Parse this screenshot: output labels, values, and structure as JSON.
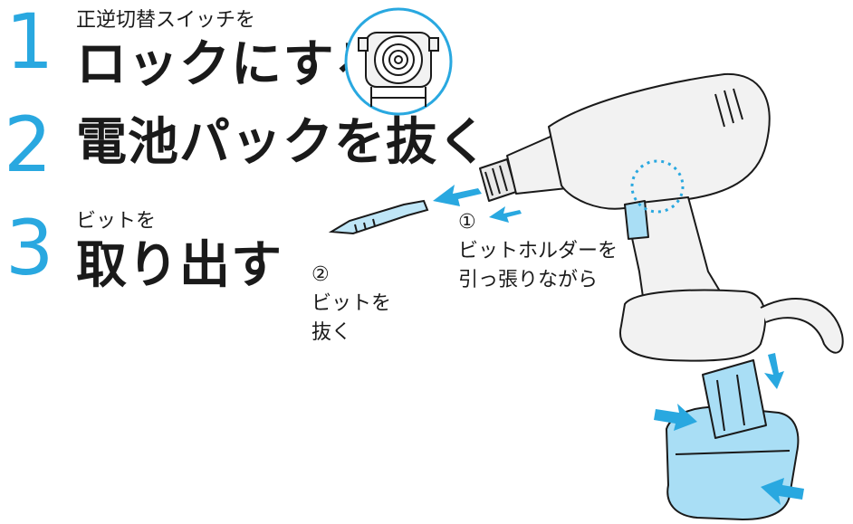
{
  "steps": [
    {
      "number": "1",
      "caption": "正逆切替スイッチを",
      "action": "ロックにする"
    },
    {
      "number": "2",
      "caption": "",
      "action": "電池パックを抜く"
    },
    {
      "number": "3",
      "caption": "ビットを",
      "action": "取り出す"
    }
  ],
  "callouts": {
    "holder": {
      "marker": "①",
      "line1": "ビットホルダーを",
      "line2": "引っ張りながら"
    },
    "bit": {
      "marker": "②",
      "line1": "ビットを",
      "line2": "抜く"
    }
  },
  "colors": {
    "accent": "#29a8e0",
    "battery": "#a9def5",
    "outline": "#1a1a1a",
    "tool_fill": "#f2f2f2"
  },
  "icons": [
    "drill-icon",
    "bit-icon",
    "battery-pack-icon",
    "switch-lock-detail-icon",
    "arrow-icon"
  ]
}
